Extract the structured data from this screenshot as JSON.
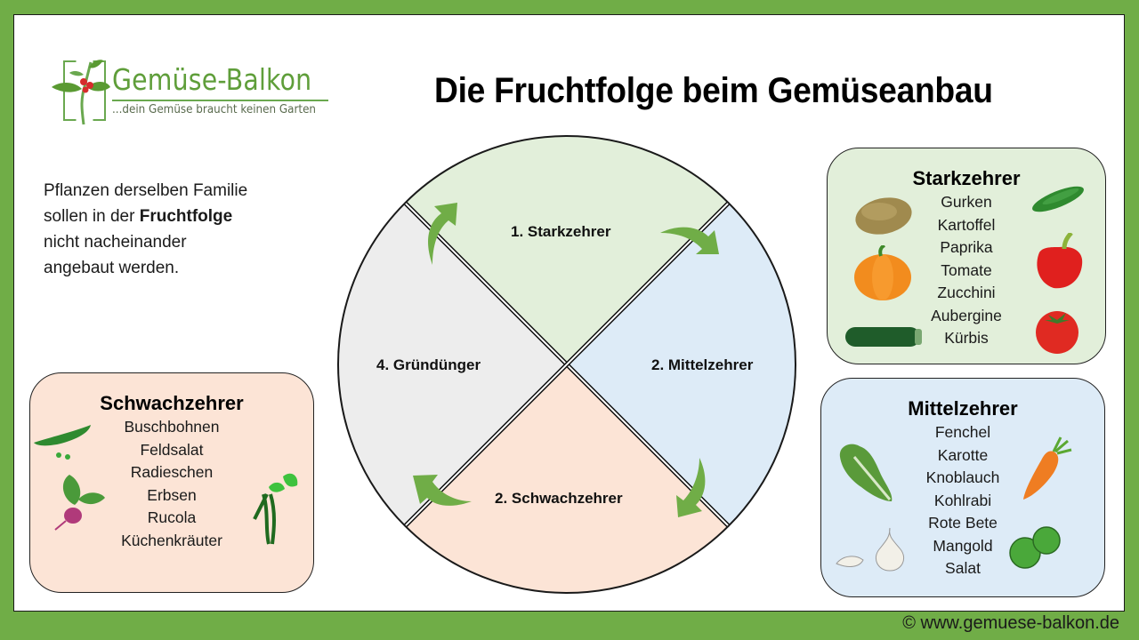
{
  "logo": {
    "title": "Gemüse-Balkon",
    "subtitle": "...dein Gemüse braucht keinen Garten"
  },
  "title": "Die Fruchtfolge beim Gemüseanbau",
  "intro": {
    "line1": "Pflanzen derselben Familie",
    "line2_prefix": "sollen in der ",
    "line2_bold": "Fruchtfolge",
    "line3": "nicht nacheinander",
    "line4": "angebaut werden."
  },
  "wheel": {
    "segments": [
      {
        "label": "1. Starkzehrer",
        "color": "#e2efda"
      },
      {
        "label": "2. Mittelzehrer",
        "color": "#ddebf7"
      },
      {
        "label": "2. Schwachzehrer",
        "color": "#fce4d6"
      },
      {
        "label": "4. Gründünger",
        "color": "#ededed"
      }
    ],
    "arrow_color": "#70ad47"
  },
  "boxes": {
    "starkzehrer": {
      "title": "Starkzehrer",
      "items": [
        "Gurken",
        "Kartoffel",
        "Paprika",
        "Tomate",
        "Zucchini",
        "Aubergine",
        "Kürbis"
      ],
      "icons": [
        "potato-icon",
        "cucumber-icon",
        "pumpkin-icon",
        "bell-pepper-icon",
        "zucchini-icon",
        "tomato-icon"
      ]
    },
    "mittelzehrer": {
      "title": "Mittelzehrer",
      "items": [
        "Fenchel",
        "Karotte",
        "Knoblauch",
        "Kohlrabi",
        "Rote Bete",
        "Mangold",
        "Salat"
      ],
      "icons": [
        "lettuce-icon",
        "carrot-icon",
        "garlic-icon",
        "brussels-sprout-icon"
      ]
    },
    "schwachzehrer": {
      "title": "Schwachzehrer",
      "items": [
        "Buschbohnen",
        "Feldsalat",
        "Radieschen",
        "Erbsen",
        "Rucola",
        "Küchenkräuter"
      ],
      "icons": [
        "pea-pod-icon",
        "radish-icon",
        "green-beans-icon"
      ]
    }
  },
  "colors": {
    "frame": "#70ad47",
    "starkzehrer": "#e2efda",
    "mittelzehrer": "#ddebf7",
    "schwachzehrer": "#fce4d6",
    "gruenduenger": "#ededed"
  },
  "footer": "© www.gemuese-balkon.de"
}
